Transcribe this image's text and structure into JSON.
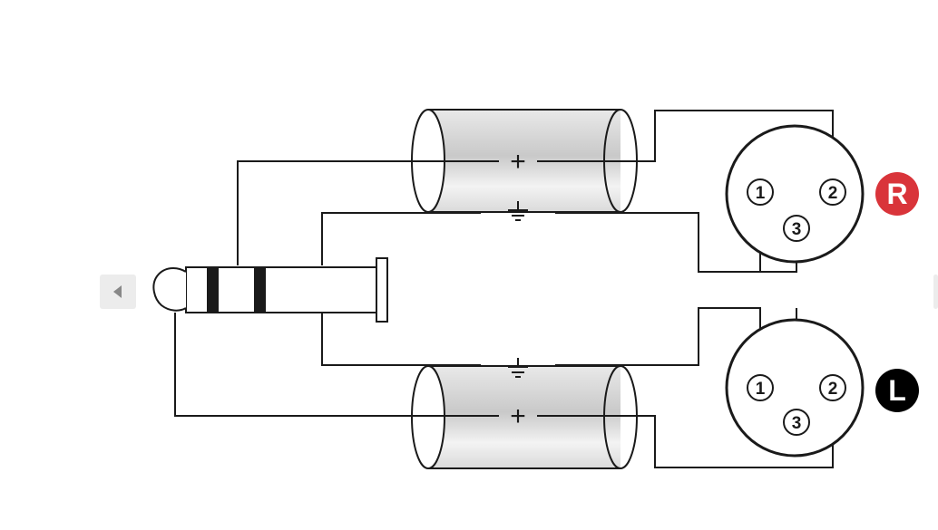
{
  "navigation": {
    "prev_icon": "chevron-left-icon",
    "next_icon": "chevron-right-icon"
  },
  "symbols": {
    "plus": "+"
  },
  "xlr_right": {
    "pins": [
      "1",
      "2",
      "3"
    ],
    "channel_label": "R",
    "channel_color": "#d9343a"
  },
  "xlr_left": {
    "pins": [
      "1",
      "2",
      "3"
    ],
    "channel_label": "L",
    "channel_color": "#000000"
  },
  "colors": {
    "line": "#1a1a1a",
    "cable_shade": "#d4d4d4"
  }
}
